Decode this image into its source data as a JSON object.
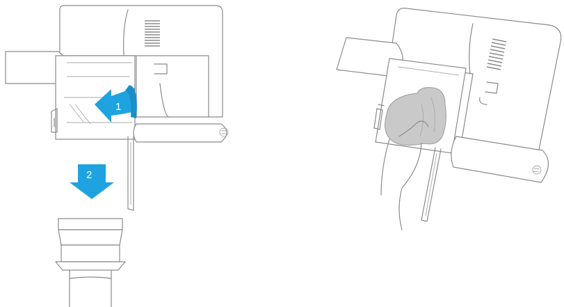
{
  "steps": [
    {
      "number": "1",
      "action": "rotate-dust-cup",
      "color": "#1fa3e0"
    },
    {
      "number": "2",
      "action": "remove-downward",
      "color": "#1fa3e0"
    }
  ],
  "colors": {
    "outline": "#8a8a8a",
    "arrow": "#1fa3e0",
    "cloth": "#c9c9c9",
    "background": "#ffffff"
  },
  "icons": [
    "vacuum-handheld-icon",
    "rotate-arrow-icon",
    "down-arrow-icon",
    "dust-cup-icon",
    "cloth-icon",
    "hand-icon"
  ]
}
